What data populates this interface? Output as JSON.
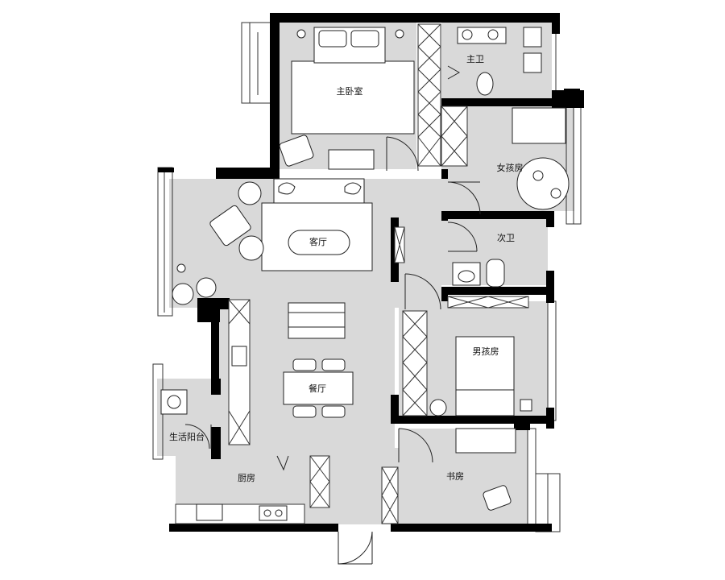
{
  "rooms": {
    "master_bedroom": "主卧室",
    "master_bath": "主卫",
    "girl_room": "女孩房",
    "living_room": "客厅",
    "second_bath": "次卫",
    "dining_room": "餐厅",
    "boy_room": "男孩房",
    "utility_balcony": "生活阳台",
    "kitchen": "厨房",
    "study": "书房"
  },
  "colors": {
    "floor": "#d9d9d9",
    "wall": "#000000",
    "line": "#222222",
    "background": "#ffffff"
  }
}
